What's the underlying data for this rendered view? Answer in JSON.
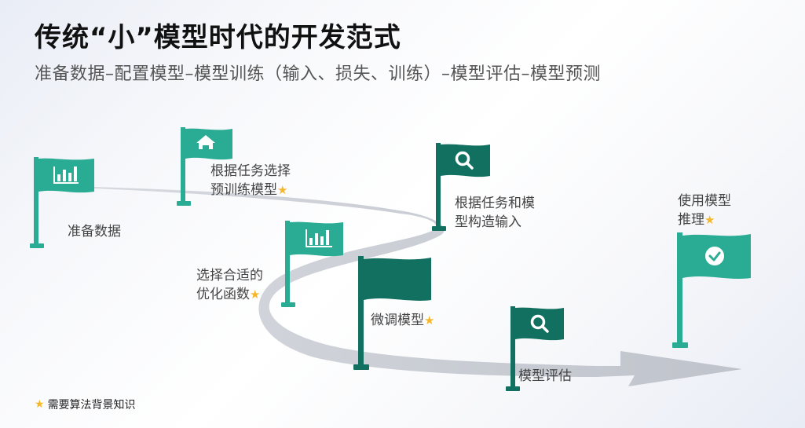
{
  "header": {
    "title": "传统“小”模型时代的开发范式",
    "subtitle": "准备数据–配置模型–模型训练（输入、损失、训练）–模型评估–模型预测"
  },
  "colors": {
    "flag_light": "#2aab94",
    "flag_dark": "#11705f",
    "road": "#c3c7cf",
    "star": "#f5b82a"
  },
  "steps": [
    {
      "id": 1,
      "label_line1": "准备数据",
      "label_line2": "",
      "icon": "bar-chart-icon",
      "star": false,
      "color": "light"
    },
    {
      "id": 2,
      "label_line1": "根据任务选择",
      "label_line2": "预训练模型",
      "icon": "home-icon",
      "star": true,
      "color": "light"
    },
    {
      "id": 3,
      "label_line1": "根据任务和模",
      "label_line2": "型构造输入",
      "icon": "search-icon",
      "star": false,
      "color": "dark"
    },
    {
      "id": 4,
      "label_line1": "选择合适的",
      "label_line2": "优化函数",
      "icon": "bar-chart-icon",
      "star": true,
      "color": "light"
    },
    {
      "id": 5,
      "label_line1": "微调模型",
      "label_line2": "",
      "icon": "none",
      "star": true,
      "color": "dark"
    },
    {
      "id": 6,
      "label_line1": "模型评估",
      "label_line2": "",
      "icon": "search-icon",
      "star": false,
      "color": "dark"
    },
    {
      "id": 7,
      "label_line1": "使用模型",
      "label_line2": "推理",
      "icon": "check-circle-icon",
      "star": true,
      "color": "light"
    }
  ],
  "legend": {
    "star_glyph": "★",
    "text": "需要算法背景知识"
  }
}
